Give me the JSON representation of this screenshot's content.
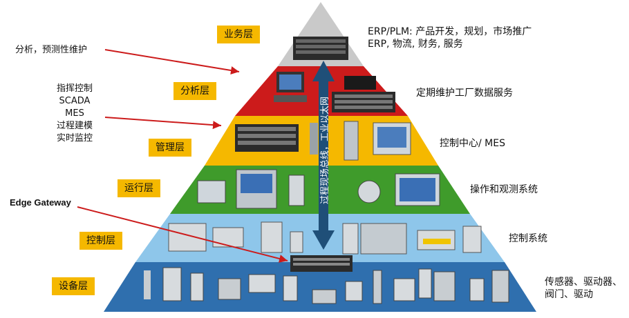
{
  "layers": [
    {
      "label": "业务层",
      "desc_lines": [
        "ERP/PLM: 产品开发，规划，市场推广",
        "ERP, 物流, 财务, 服务"
      ],
      "color": "#c9c9c9"
    },
    {
      "label": "分析层",
      "desc_lines": [
        "定期维护工厂数据服务"
      ],
      "color": "#cc1b1b"
    },
    {
      "label": "管理层",
      "desc_lines": [
        "控制中心/ MES"
      ],
      "color": "#f5b800"
    },
    {
      "label": "运行层",
      "desc_lines": [
        "操作和观测系统"
      ],
      "color": "#3f9b2b"
    },
    {
      "label": "控制层",
      "desc_lines": [
        "控制系统"
      ],
      "color": "#8ec6ea"
    },
    {
      "label": "设备层",
      "desc_lines": [
        "传感器、驱动器、",
        "阀门、驱动"
      ],
      "color": "#2f6fae"
    }
  ],
  "annotations": {
    "top_left": "分析，预测性维护",
    "mid_left_lines": [
      "指挥控制",
      "SCADA",
      "MES",
      "过程建模",
      "实时监控"
    ],
    "edge_gateway": "Edge Gateway"
  },
  "bus_label": "过程现场总线，工业以太网",
  "colors": {
    "accent_yellow": "#f5b800",
    "arrow_red": "#cc1b1b",
    "bus_arrow": "#1f4f78"
  }
}
